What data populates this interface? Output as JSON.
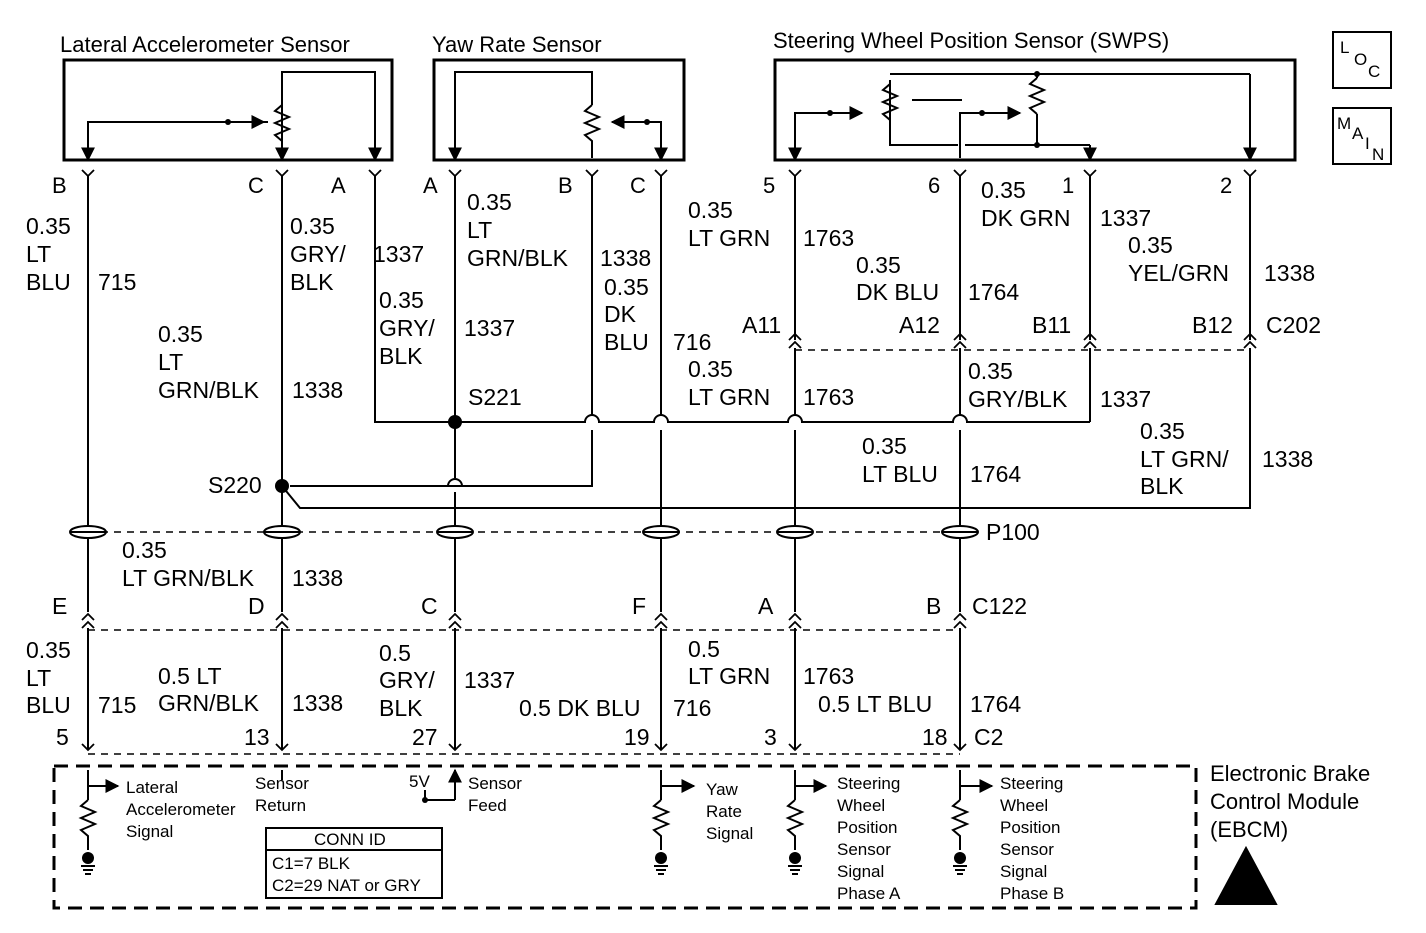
{
  "components": {
    "lateral": {
      "title": "Lateral Accelerometer Sensor",
      "pins": [
        "B",
        "C",
        "A"
      ]
    },
    "yaw": {
      "title": "Yaw Rate Sensor",
      "pins": [
        "A",
        "B",
        "C"
      ]
    },
    "swps": {
      "title": "Steering Wheel Position Sensor (SWPS)",
      "pins": [
        "5",
        "6",
        "1",
        "2"
      ]
    },
    "ebcm": {
      "title_lines": [
        "Electronic Brake",
        "Control Module",
        "(EBCM)"
      ]
    }
  },
  "badges": {
    "loc": [
      "L",
      "O",
      "C"
    ],
    "main": [
      "M",
      "A",
      "I",
      "N"
    ]
  },
  "upper_wires": [
    {
      "size": "0.35",
      "color_lines": [
        "LT",
        "BLU"
      ],
      "circuit": "715"
    },
    {
      "size": "0.35",
      "color_lines": [
        "GRY/",
        "BLK"
      ],
      "circuit": "1337"
    },
    {
      "size": "0.35",
      "color_lines": [
        "LT",
        "GRN/BLK"
      ],
      "circuit": "1338"
    },
    {
      "size": "0.35",
      "color_lines": [
        "DK",
        "BLU"
      ],
      "circuit": "716"
    },
    {
      "size": "0.35",
      "color_lines": [
        "LT GRN"
      ],
      "circuit": "1763"
    },
    {
      "size": "0.35",
      "color_lines": [
        "DK GRN"
      ],
      "circuit": "1337"
    },
    {
      "size": "0.35",
      "color_lines": [
        "DK BLU"
      ],
      "circuit": "1764"
    },
    {
      "size": "0.35",
      "color_lines": [
        "YEL/GRN"
      ],
      "circuit": "1338"
    },
    {
      "size": "0.35",
      "color_lines": [
        "LT",
        "GRN/BLK"
      ],
      "circuit": "1338"
    },
    {
      "size": "0.35",
      "color_lines": [
        "GRY/",
        "BLK"
      ],
      "circuit": "1337"
    }
  ],
  "c202": {
    "name": "C202",
    "pins": [
      "A11",
      "A12",
      "B11",
      "B12"
    ]
  },
  "mid_wires": [
    {
      "size": "0.35",
      "color_lines": [
        "LT GRN"
      ],
      "circuit": "1763"
    },
    {
      "size": "0.35",
      "color_lines": [
        "GRY/BLK"
      ],
      "circuit": "1337"
    },
    {
      "size": "0.35",
      "color_lines": [
        "LT BLU"
      ],
      "circuit": "1764"
    },
    {
      "size": "0.35",
      "color_lines": [
        "LT GRN/",
        "BLK"
      ],
      "circuit": "1338"
    }
  ],
  "splices": {
    "s221": "S221",
    "s220": "S220"
  },
  "p100": {
    "name": "P100",
    "wire": {
      "size": "0.35",
      "color": "LT GRN/BLK",
      "circuit": "1338"
    }
  },
  "c122": {
    "name": "C122",
    "pins": [
      "E",
      "D",
      "C",
      "F",
      "A",
      "B"
    ]
  },
  "lower_wires": [
    {
      "size": "0.35",
      "color_lines": [
        "LT",
        "BLU"
      ],
      "circuit": "715"
    },
    {
      "size": "0.5 LT",
      "color_lines": [
        "GRN/BLK"
      ],
      "circuit": "1338"
    },
    {
      "size": "0.5",
      "color_lines": [
        "GRY/",
        "BLK"
      ],
      "circuit": "1337"
    },
    {
      "size": "0.5 DK BLU",
      "color_lines": [],
      "circuit": "716"
    },
    {
      "size": "0.5",
      "color_lines": [
        "LT GRN"
      ],
      "circuit": "1763"
    },
    {
      "size": "0.5 LT BLU",
      "color_lines": [],
      "circuit": "1764"
    }
  ],
  "c2": {
    "name": "C2",
    "pins": [
      "5",
      "13",
      "27",
      "19",
      "3",
      "18"
    ]
  },
  "ebcm_labels": {
    "lateral": [
      "Lateral",
      "Accelerometer",
      "Signal"
    ],
    "sensor_return": [
      "Sensor",
      "Return"
    ],
    "five_v": "5V",
    "sensor_feed": [
      "Sensor",
      "Feed"
    ],
    "yaw": [
      "Yaw",
      "Rate",
      "Signal"
    ],
    "phase_a": [
      "Steering",
      "Wheel",
      "Position",
      "Sensor",
      "Signal",
      "Phase A"
    ],
    "phase_b": [
      "Steering",
      "Wheel",
      "Position",
      "Sensor",
      "Signal",
      "Phase B"
    ]
  },
  "conn_id": {
    "title": "CONN ID",
    "lines": [
      "C1=7 BLK",
      "C2=29 NAT or GRY"
    ]
  },
  "colors": {
    "ink": "#000000",
    "paper": "#ffffff"
  }
}
